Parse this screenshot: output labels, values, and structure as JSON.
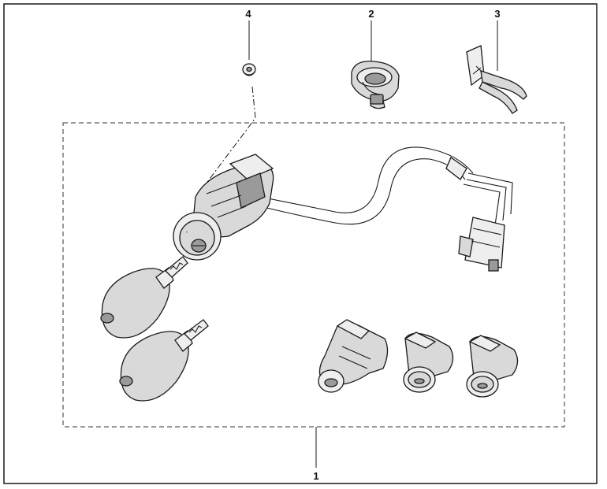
{
  "callouts": [
    {
      "id": "1",
      "label": "1"
    },
    {
      "id": "2",
      "label": "2"
    },
    {
      "id": "3",
      "label": "3"
    },
    {
      "id": "4",
      "label": "4"
    }
  ],
  "colors": {
    "line": "#1a1a1a",
    "part_fill": "#d9d9d9",
    "part_shade": "#9a9a9a",
    "background": "#ffffff"
  }
}
